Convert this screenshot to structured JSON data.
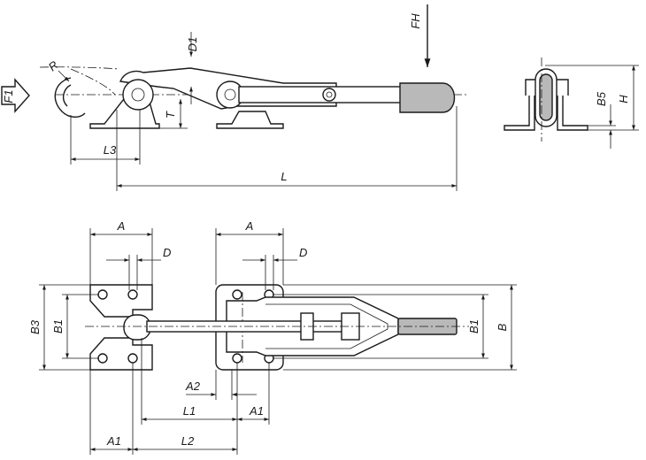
{
  "labels": {
    "fh": "FH",
    "f1": "F1",
    "r": "R",
    "d1": "D1",
    "t": "T",
    "l3": "L3",
    "l": "L",
    "b5": "B5",
    "h": "H",
    "a_left": "A",
    "d_left": "D",
    "a_right": "A",
    "d_right": "D",
    "b3": "B3",
    "b1_left": "B1",
    "b1_right": "B1",
    "b": "B",
    "a2": "A2",
    "l1": "L1",
    "a1_right": "A1",
    "a1_left": "A1",
    "l2": "L2"
  }
}
